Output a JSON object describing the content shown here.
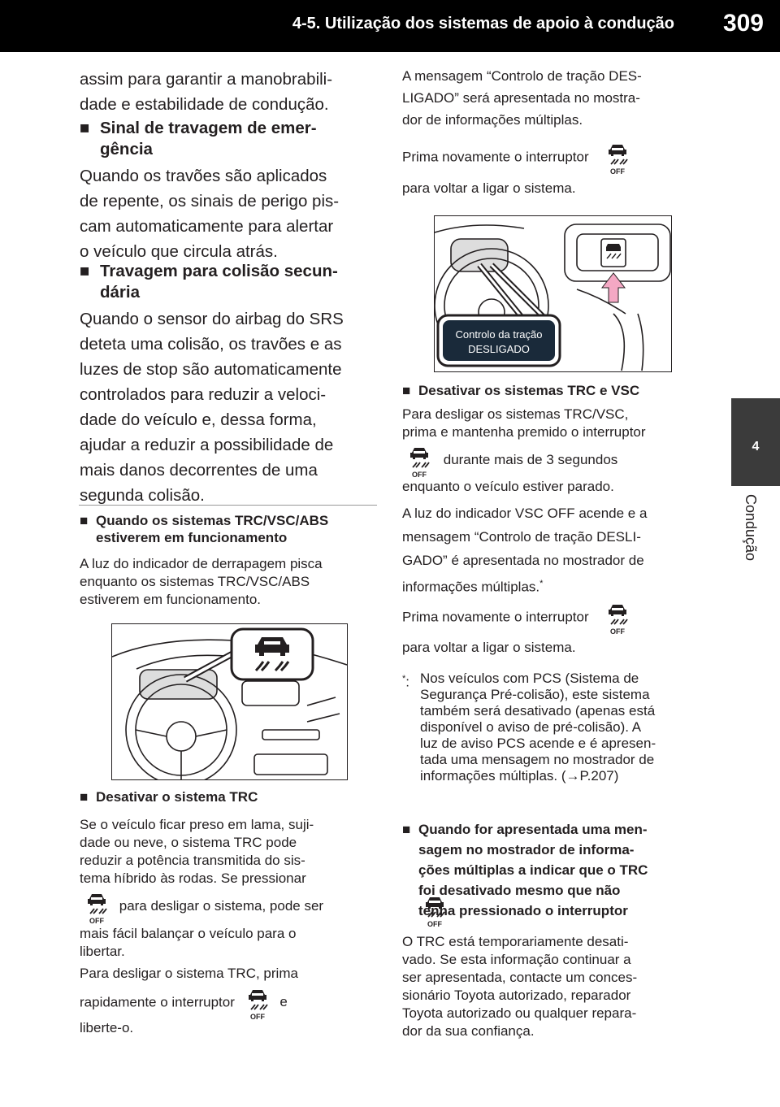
{
  "header": {
    "section_title": "4-5. Utilização dos sistemas de apoio à condução",
    "page_number": "309"
  },
  "side_tab": {
    "number": "4",
    "label": "Condução"
  },
  "icons": {
    "trc_off_switch": "trc-off-switch-icon",
    "off_label": "OFF"
  },
  "left": {
    "intro": [
      "assim para garantir a manobrabili-",
      "dade e estabilidade de condução."
    ],
    "emergency_heading": [
      "Sinal de travagem de emer-",
      "gência"
    ],
    "emergency_body": [
      "Quando os travões são aplicados",
      "de repente, os sinais de perigo pis-",
      "cam automaticamente para alertar",
      "o veículo que circula atrás."
    ],
    "collision_heading": [
      "Travagem para colisão secun-",
      "dária"
    ],
    "collision_body": [
      "Quando o sensor do airbag do SRS",
      "deteta uma colisão, os travões e as",
      "luzes de stop são automaticamente",
      "controlados para reduzir a veloci-",
      "dade do veículo e, dessa forma,",
      "ajudar a reduzir a possibilidade de",
      "mais danos decorrentes de uma",
      "segunda colisão."
    ],
    "operating_heading": [
      "Quando os sistemas TRC/VSC/ABS",
      "estiverem em funcionamento"
    ],
    "operating_body": [
      "A luz do indicador de derrapagem pisca",
      "enquanto os sistemas TRC/VSC/ABS",
      "estiverem em funcionamento."
    ],
    "disable_trc_heading": "Desativar o sistema TRC",
    "disable_trc_body": [
      "Se o veículo ficar preso em lama, suji-",
      "dade ou neve, o sistema TRC pode",
      "reduzir a potência transmitida do sis-",
      "tema híbrido às rodas. Se pressionar"
    ],
    "disable_trc_after_icon": "para desligar o sistema, pode ser",
    "disable_trc_body2": [
      "mais fácil balançar o veículo para o",
      "libertar."
    ],
    "disable_trc_press": "Para desligar o sistema TRC, prima",
    "disable_trc_press2_before": "rapidamente o interruptor",
    "disable_trc_press2_after": "e",
    "disable_trc_press3": "liberte-o."
  },
  "right": {
    "message": [
      "A mensagem “Controlo de tração DES-",
      "LIGADO” será apresentada no mostra-",
      "dor de informações múltiplas."
    ],
    "press_again": "Prima novamente o interruptor",
    "turn_on": "para voltar a ligar o sistema.",
    "figure_callout": [
      "Controlo da tração",
      "DESLIGADO"
    ],
    "disable_both_heading": "Desativar os sistemas TRC e VSC",
    "disable_both_body": [
      "Para desligar os sistemas TRC/VSC,",
      "prima e mantenha premido o interruptor"
    ],
    "disable_both_after_icon": "durante mais de 3 segundos",
    "disable_both_body2": "enquanto o veículo estiver parado.",
    "vsc_off_body": [
      "A luz do indicador VSC OFF acende e a",
      "mensagem “Controlo de tração DESLI-",
      "GADO” é apresentada no mostrador de"
    ],
    "vsc_off_last": "informações múltiplas.",
    "footnote_mark": "*",
    "press_again2": "Prima novamente o interruptor",
    "turn_on2": "para voltar a ligar o sistema.",
    "footnote_label": ":",
    "footnote_lines": [
      "Nos veículos com PCS (Sistema de",
      "Segurança Pré-colisão), este sistema",
      "também será desativado (apenas está",
      "disponível o aviso de pré-colisão). A",
      "luz de aviso PCS acende e é apresen-",
      "tada uma mensagem no mostrador de",
      "informações múltiplas. (→P.207)"
    ],
    "displayed_heading": [
      "Quando for apresentada uma men-",
      "sagem no mostrador de informa-",
      "ções múltiplas a indicar que o TRC",
      "foi desativado mesmo que não",
      "tenha pressionado o interruptor"
    ],
    "displayed_body": [
      "O TRC está temporariamente desati-",
      "vado. Se esta informação continuar a",
      "ser apresentada, contacte um conces-",
      "sionário Toyota autorizado, reparador",
      "Toyota autorizado ou qualquer repara-",
      "dor da sua confiança."
    ]
  }
}
